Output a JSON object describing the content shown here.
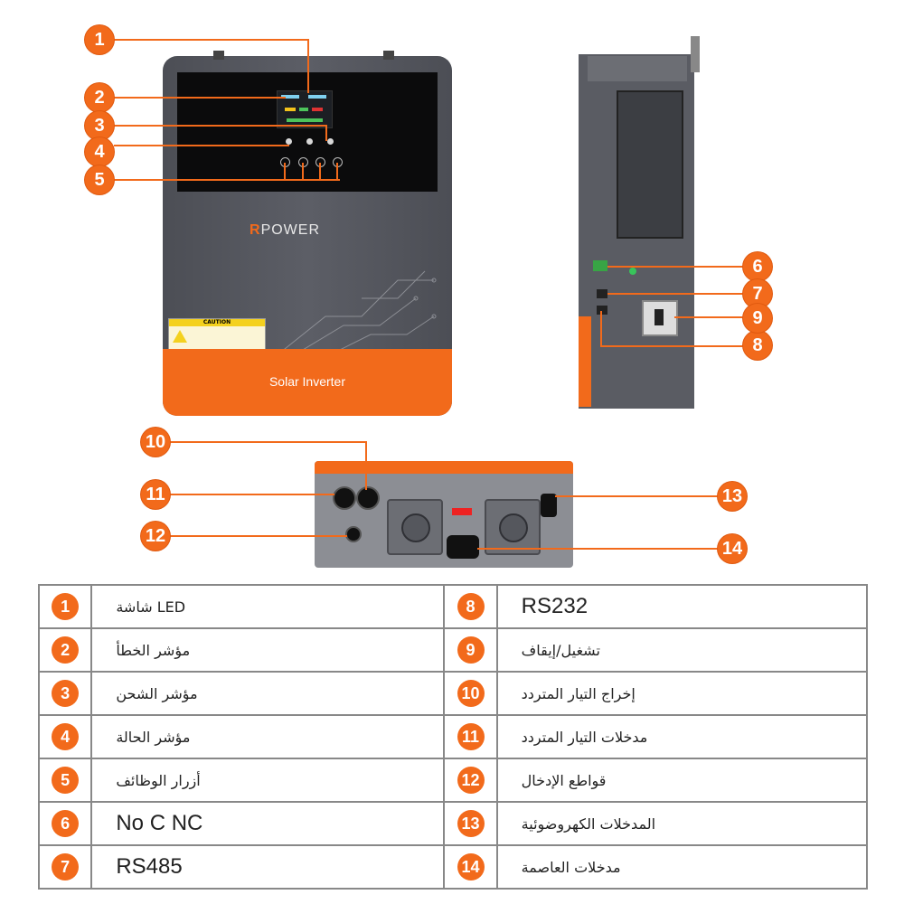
{
  "front_device": {
    "brand_prefix": "R",
    "brand_name": "POWER",
    "model_label": "Solar Inverter",
    "caution_title": "CAUTION"
  },
  "table": {
    "left_rows": [
      {
        "num": "1",
        "label": "شاشة LED"
      },
      {
        "num": "2",
        "label": "مؤشر الخطأ"
      },
      {
        "num": "3",
        "label": "مؤشر الشحن"
      },
      {
        "num": "4",
        "label": "مؤشر الحالة"
      },
      {
        "num": "5",
        "label": "أزرار الوظائف"
      },
      {
        "num": "6",
        "label": "No C NC"
      },
      {
        "num": "7",
        "label": "RS485"
      }
    ],
    "right_rows": [
      {
        "num": "8",
        "label": "RS232"
      },
      {
        "num": "9",
        "label": "تشغيل/إيقاف"
      },
      {
        "num": "10",
        "label": "إخراج التيار المتردد"
      },
      {
        "num": "11",
        "label": "مدخلات التيار المتردد"
      },
      {
        "num": "12",
        "label": "قواطع الإدخال"
      },
      {
        "num": "13",
        "label": "المدخلات الكهروضوئية"
      },
      {
        "num": "14",
        "label": "مدخلات العاصمة"
      }
    ]
  },
  "callouts": [
    "1",
    "2",
    "3",
    "4",
    "5",
    "6",
    "7",
    "8",
    "9",
    "10",
    "11",
    "12",
    "13",
    "14"
  ],
  "colors": {
    "accent": "#f26a1b",
    "device_gray": "#5a5c63",
    "border": "#888888"
  }
}
